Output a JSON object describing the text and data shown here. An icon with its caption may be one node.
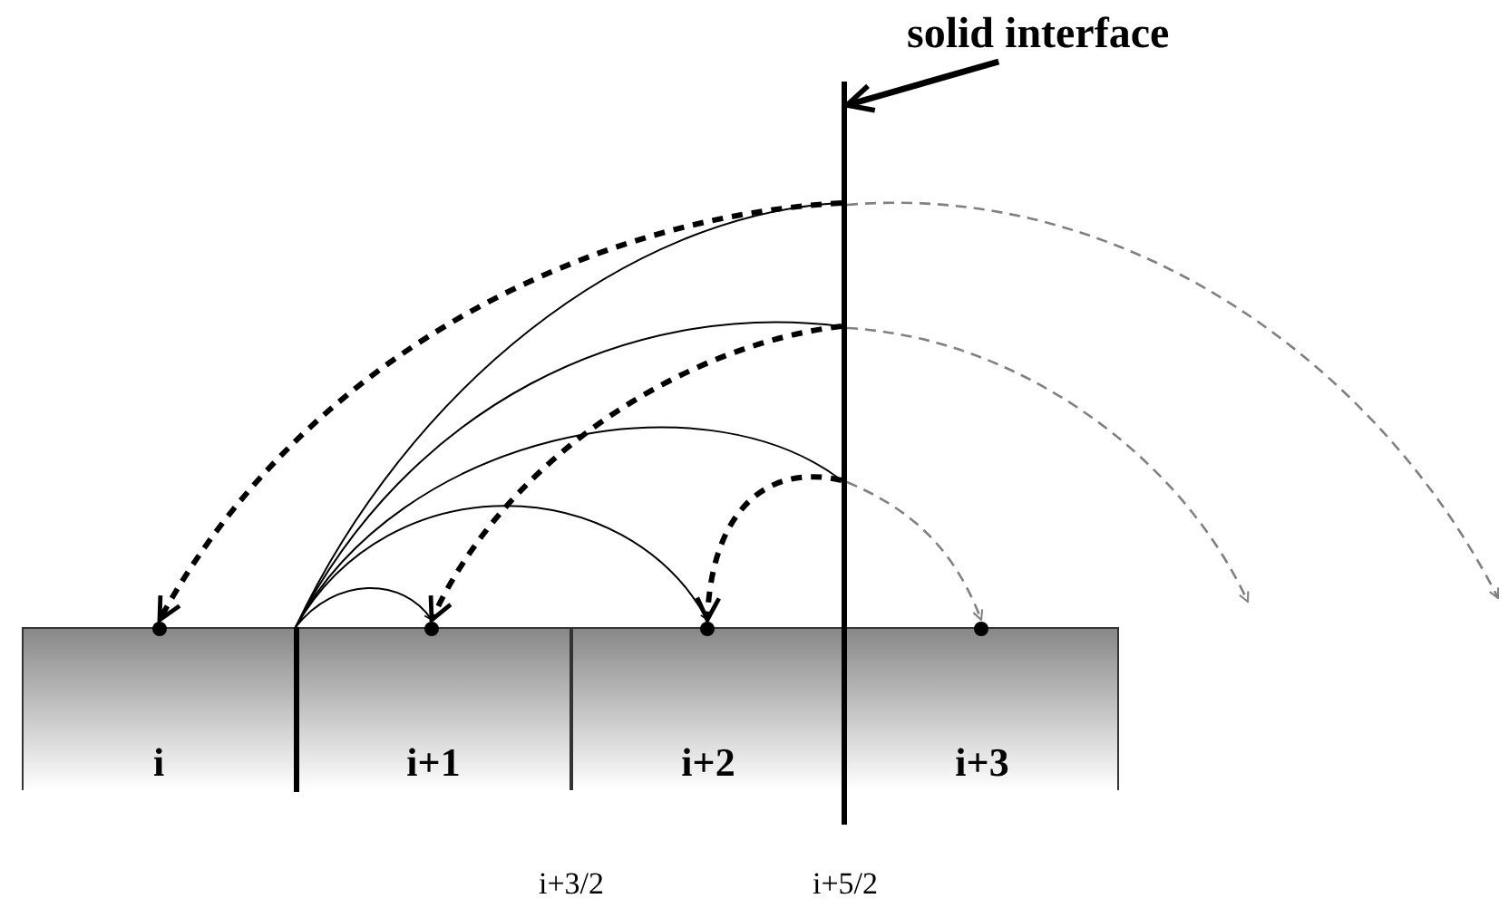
{
  "diagram": {
    "nodes": [
      {
        "text": [
          "i"
        ]
      },
      {
        "text": [
          "i+1"
        ]
      },
      {
        "text": [
          "i+2"
        ]
      },
      {
        "text": [
          "i+3"
        ]
      },
      {
        "text": [],
        "shape": "circle",
        "in": 0
      },
      {
        "text": [],
        "shape": "circle",
        "in": 1
      },
      {
        "text": [],
        "shape": "circle",
        "in": 2
      },
      {
        "text": [],
        "shape": "circle",
        "in": 3
      },
      {
        "text": [
          "solid interface"
        ]
      },
      {
        "text": [],
        "shape": "bar"
      },
      {
        "text": [],
        "shape": "bar"
      }
    ],
    "edges": [
      {
        "from": 10,
        "to": 5,
        "arrow": "to"
      },
      {
        "from": 10,
        "to": 6,
        "arrow": "to"
      },
      {
        "from": 10,
        "to": 9,
        "arrow": "none"
      },
      {
        "from": 10,
        "to": 9,
        "arrow": "none"
      },
      {
        "from": 10,
        "to": 9,
        "arrow": "none"
      },
      {
        "from": 9,
        "to": 6,
        "arrow": "to",
        "style": "dashed"
      },
      {
        "from": 9,
        "to": 5,
        "arrow": "to",
        "style": "dashed"
      },
      {
        "from": 9,
        "to": 4,
        "arrow": "to",
        "style": "dashed"
      },
      {
        "from": 9,
        "to": 7,
        "arrow": "to",
        "style": "dashed",
        "color": "#808080"
      },
      {
        "from": 9,
        "to": null,
        "arrow": "to",
        "style": "dashed",
        "color": "#808080"
      },
      {
        "from": 9,
        "to": null,
        "arrow": "to",
        "style": "dashed",
        "color": "#808080"
      },
      {
        "from": 8,
        "to": 9,
        "arrow": "to",
        "style": "thick"
      }
    ],
    "labels": [
      "i+3/2",
      "i+5/2"
    ]
  }
}
